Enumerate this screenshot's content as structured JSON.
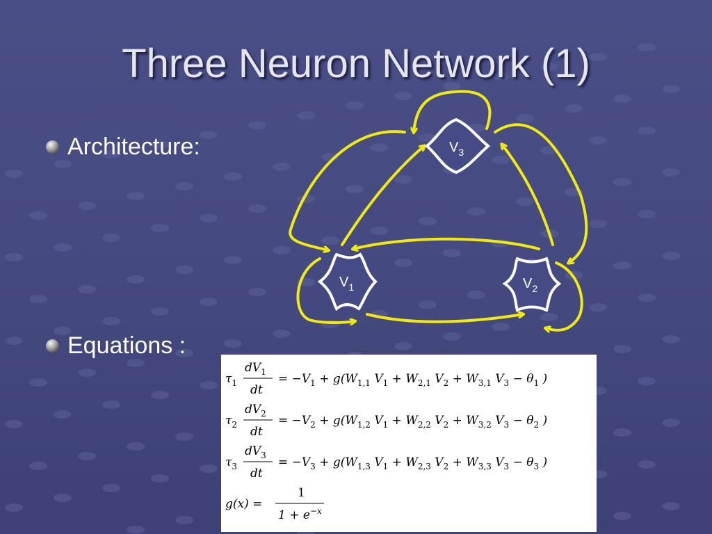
{
  "slide": {
    "title": "Three Neuron Network (1)",
    "bullets": [
      {
        "text": "Architecture:"
      },
      {
        "text": "Equations :"
      }
    ]
  },
  "diagram": {
    "neurons": [
      {
        "id": "V1",
        "base": "V",
        "sub": "1"
      },
      {
        "id": "V2",
        "base": "V",
        "sub": "2"
      },
      {
        "id": "V3",
        "base": "V",
        "sub": "3"
      }
    ],
    "connections": [
      "V1-V1",
      "V2-V2",
      "V3-V3",
      "V1-V2",
      "V2-V1",
      "V1-V3",
      "V3-V1",
      "V2-V3",
      "V3-V2"
    ],
    "colors": {
      "arrow": "#f0ea10",
      "neuron_outline": "#ffffff",
      "neuron_accent": "#5555e0"
    }
  },
  "equations": {
    "eq1": {
      "tau": "τ",
      "tau_sub": "1",
      "num": "dV",
      "num_sub": "1",
      "den": "dt",
      "rhs": [
        {
          "t": "= −V"
        },
        {
          "s": "1"
        },
        {
          "t": " + g(W"
        },
        {
          "s": "1,1"
        },
        {
          "t": " V"
        },
        {
          "s": "1"
        },
        {
          "t": " + W"
        },
        {
          "s": "2,1"
        },
        {
          "t": " V"
        },
        {
          "s": "2"
        },
        {
          "t": " + W"
        },
        {
          "s": "3,1"
        },
        {
          "t": " V"
        },
        {
          "s": "3"
        },
        {
          "t": " − θ"
        },
        {
          "s": "1"
        },
        {
          "t": " )"
        }
      ]
    },
    "eq2": {
      "tau": "τ",
      "tau_sub": "2",
      "num": "dV",
      "num_sub": "2",
      "den": "dt",
      "rhs": [
        {
          "t": "= −V"
        },
        {
          "s": "2"
        },
        {
          "t": " + g(W"
        },
        {
          "s": "1,2"
        },
        {
          "t": " V"
        },
        {
          "s": "1"
        },
        {
          "t": " + W"
        },
        {
          "s": "2,2"
        },
        {
          "t": " V"
        },
        {
          "s": "2"
        },
        {
          "t": " + W"
        },
        {
          "s": "3,2"
        },
        {
          "t": " V"
        },
        {
          "s": "3"
        },
        {
          "t": " − θ"
        },
        {
          "s": "2"
        },
        {
          "t": " )"
        }
      ]
    },
    "eq3": {
      "tau": "τ",
      "tau_sub": "3",
      "num": "dV",
      "num_sub": "3",
      "den": "dt",
      "rhs": [
        {
          "t": "= −V"
        },
        {
          "s": "3"
        },
        {
          "t": " + g(W"
        },
        {
          "s": "1,3"
        },
        {
          "t": " V"
        },
        {
          "s": "1"
        },
        {
          "t": " + W"
        },
        {
          "s": "2,3"
        },
        {
          "t": " V"
        },
        {
          "s": "2"
        },
        {
          "t": " + W"
        },
        {
          "s": "3,3"
        },
        {
          "t": " V"
        },
        {
          "s": "3"
        },
        {
          "t": " − θ"
        },
        {
          "s": "3"
        },
        {
          "t": " )"
        }
      ]
    },
    "sigmoid": {
      "lhs": "g(x) =",
      "num": "1",
      "den": "1 + e",
      "den_sup": "−x"
    }
  }
}
